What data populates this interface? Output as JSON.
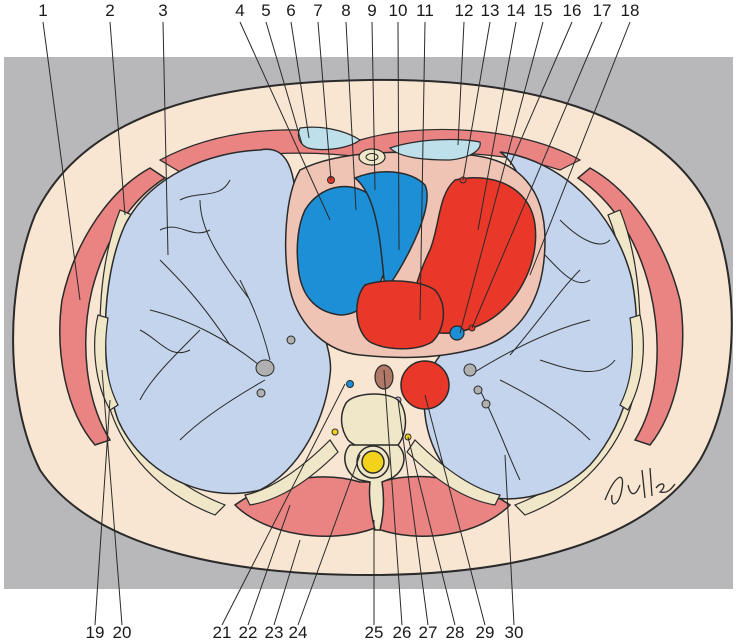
{
  "labels_top": [
    "1",
    "2",
    "3",
    "4",
    "5",
    "6",
    "7",
    "8",
    "9",
    "10",
    "11",
    "12",
    "13",
    "14",
    "15",
    "16",
    "17",
    "18"
  ],
  "labels_bottom": [
    "19",
    "20",
    "21",
    "22",
    "23",
    "24",
    "25",
    "26",
    "27",
    "28",
    "29",
    "30"
  ],
  "colors": {
    "background_band": "#b8b8ba",
    "skin_fat": "#f8e6d2",
    "muscle": "#e98482",
    "bone": "#f0e6c8",
    "lung": "#c4d4ec",
    "pericardium": "#f0c4b4",
    "artery": "#e93829",
    "vein": "#1d8fd6",
    "cartilage": "#bde0ea",
    "spinal_cord": "#f3d21c",
    "outline": "#2a2a2a"
  },
  "signature_icon": "artist-signature"
}
